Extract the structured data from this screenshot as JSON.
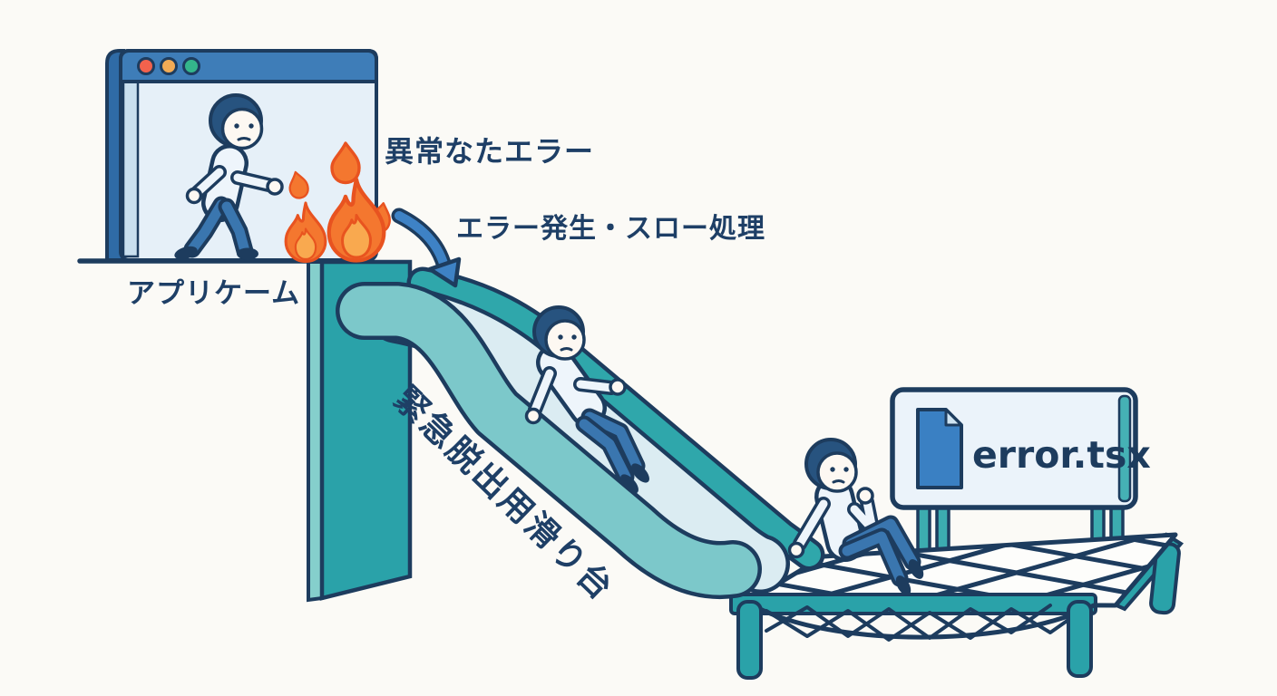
{
  "illustration": {
    "title_meaning": "error.tsx emergency escape slide diagram",
    "background_color": "#fbfaf6",
    "outline_color": "#1d3c5e",
    "colors": {
      "teal_structure": "#2aa2a9",
      "teal_light": "#7cc8ca",
      "teal_band": "#85cfcc",
      "slide_surface": "#dbecf2",
      "window_titlebar_blue": "#3e7db8",
      "window_body_blue": "#e6f0f8",
      "arrow_blue": "#3e82c5",
      "fire_orange": "#f4772f",
      "fire_inner_orange": "#f9a94f",
      "fire_outline": "#e85320",
      "pants_blue": "#3a76af",
      "sign_fill": "#ebf3fa",
      "document_icon_blue": "#3a80c3",
      "traffic_light_red": "#f2624d",
      "traffic_light_orange": "#f2ab55",
      "traffic_light_green": "#34b68b"
    },
    "labels": {
      "app_window": "アプリケーム",
      "abnormal_error": "異常なたエラー",
      "error_throw": "エラー発生・スロー処理",
      "escape_slide": "緊急脱出用滑り台",
      "sign_filename": "error.tsx"
    },
    "icons": {
      "fire": "fire-icon",
      "arrow": "curved-arrow-icon",
      "document": "document-icon",
      "traffic_lights": [
        "red",
        "orange",
        "green"
      ]
    }
  }
}
